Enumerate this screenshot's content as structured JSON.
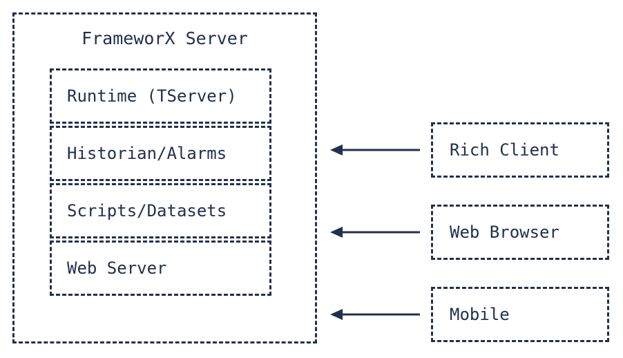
{
  "diagram": {
    "title": "FrameworX Server",
    "server": {
      "label": "FrameworX Server",
      "modules": [
        {
          "label": "Runtime (TServer)"
        },
        {
          "label": "Historian/Alarms"
        },
        {
          "label": "Scripts/Datasets"
        },
        {
          "label": "Web Server"
        }
      ]
    },
    "clients": [
      {
        "label": "Rich Client"
      },
      {
        "label": "Web Browser"
      },
      {
        "label": "Mobile"
      }
    ],
    "connections": [
      {
        "from": "Rich Client",
        "to": "FrameworX Server",
        "direction": "left"
      },
      {
        "from": "Web Browser",
        "to": "FrameworX Server",
        "direction": "left"
      },
      {
        "from": "Mobile",
        "to": "FrameworX Server",
        "direction": "left"
      }
    ],
    "colors": {
      "stroke": "#22304e",
      "text": "#22304e",
      "background": "#ffffff"
    }
  }
}
